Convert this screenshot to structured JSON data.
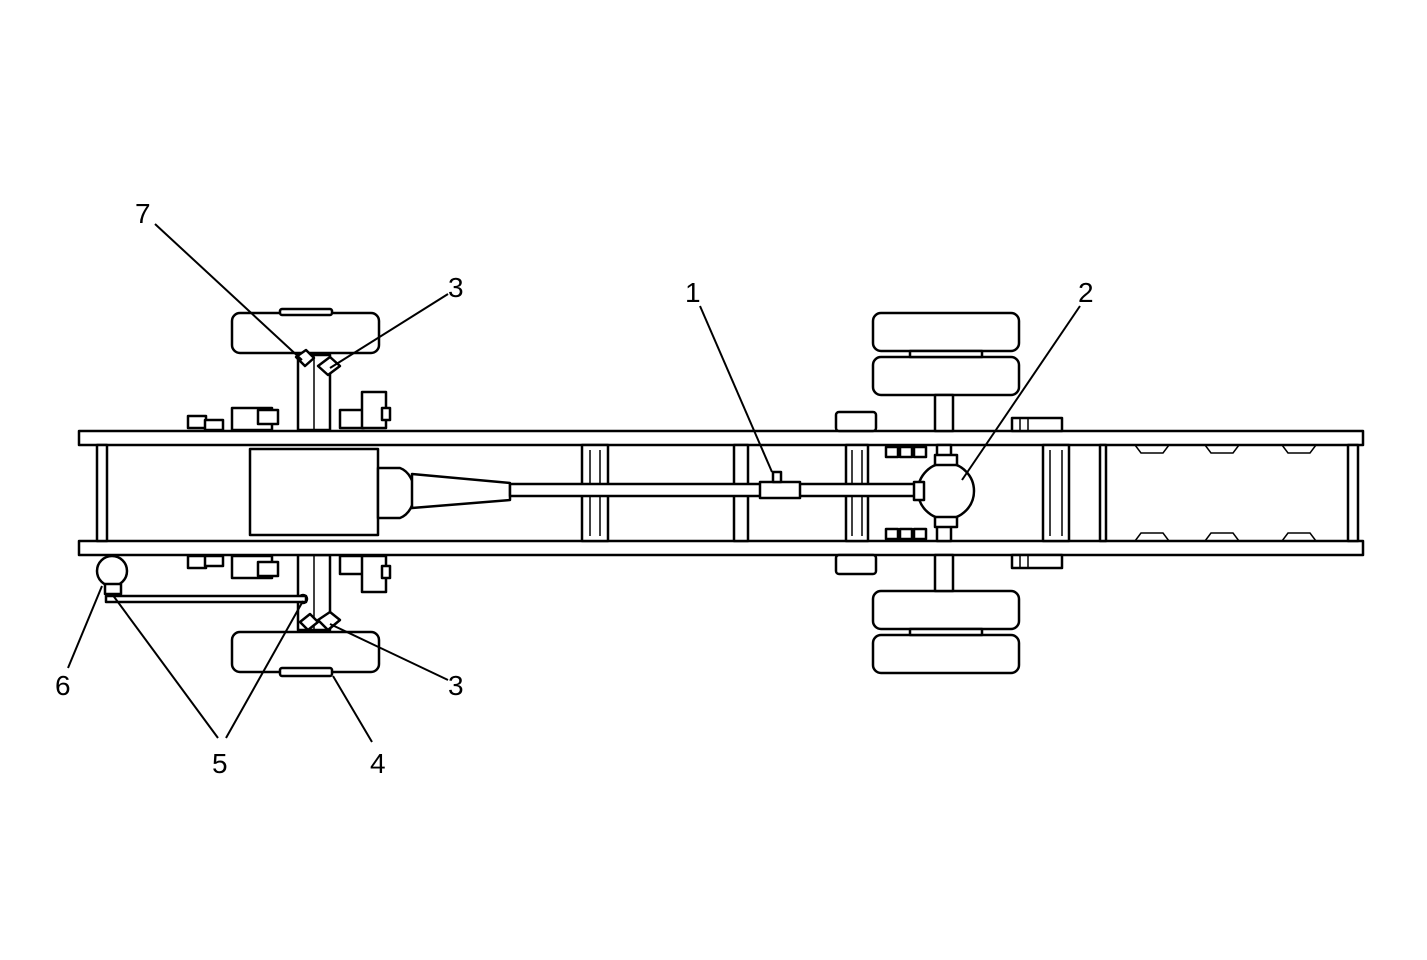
{
  "callouts": {
    "c1": "1",
    "c2": "2",
    "c3_top": "3",
    "c3_bottom": "3",
    "c4": "4",
    "c5": "5",
    "c6": "6",
    "c7": "7"
  },
  "colors": {
    "line": "#000000",
    "background": "#ffffff"
  }
}
